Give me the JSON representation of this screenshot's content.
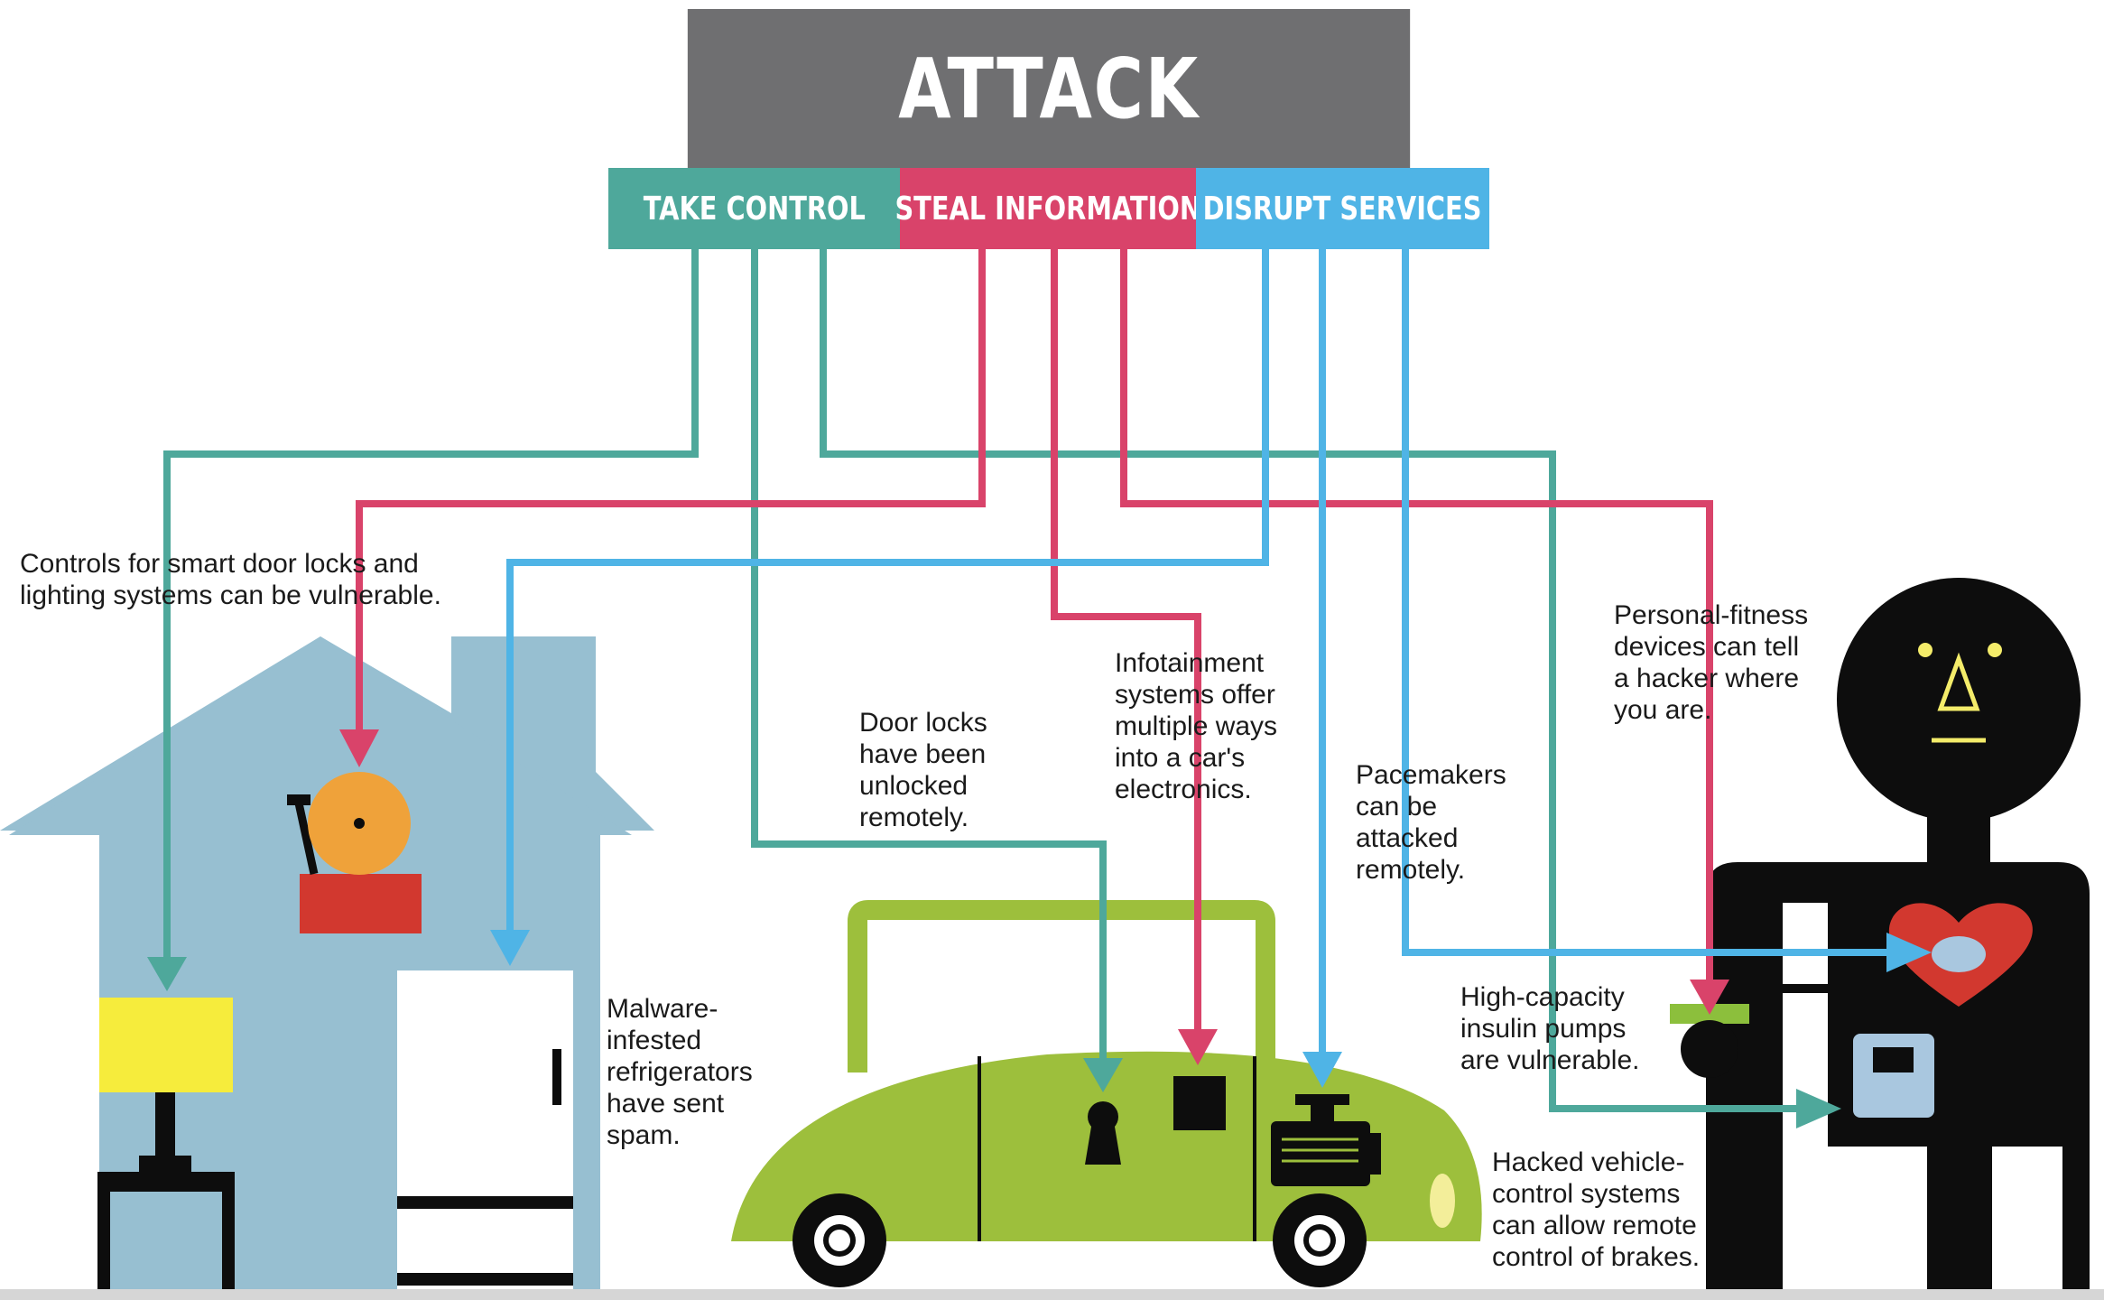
{
  "header": {
    "title": "ATTACK",
    "categories": [
      {
        "label": "TAKE CONTROL",
        "color": "#4ea89b"
      },
      {
        "label": "STEAL INFORMATION",
        "color": "#d9436a"
      },
      {
        "label": "DISRUPT SERVICES",
        "color": "#4fb4e6"
      }
    ]
  },
  "notes": {
    "smart_home": "Controls for smart door locks and\nlighting systems can be vulnerable.",
    "refrigerators": "Malware-\ninfested\nrefrigerators\nhave sent\nspam.",
    "door_locks": "Door locks\nhave been\nunlocked\nremotely.",
    "infotainment": "Infotainment\nsystems offer\nmultiple ways\ninto a car's\nelectronics.",
    "pacemakers": "Pacemakers\ncan be\nattacked\nremotely.",
    "fitness": "Personal-fitness\ndevices can tell\na hacker where\nyou are.",
    "insulin": "High-capacity\ninsulin pumps\nare vulnerable.",
    "vehicle_control": "Hacked vehicle-\ncontrol systems\ncan allow remote\ncontrol of brakes."
  },
  "colors": {
    "take_control": "#4ea89b",
    "steal_information": "#d9436a",
    "disrupt_services": "#4fb4e6",
    "header_gray": "#6f6f71",
    "house": "#97bfd1",
    "car": "#9dbf3c",
    "figure": "#0d0d0d"
  },
  "icons": [
    "house-illustration",
    "lamp-icon",
    "alarm-bell-icon",
    "refrigerator-icon",
    "car-illustration",
    "keyhole-icon",
    "infotainment-box-icon",
    "engine-icon",
    "person-figure",
    "heart-icon",
    "fitness-tracker-icon",
    "insulin-pump-icon"
  ]
}
